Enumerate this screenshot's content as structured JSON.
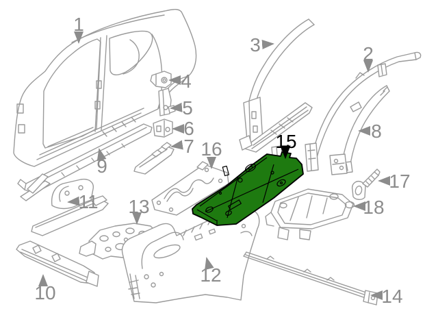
{
  "figure": {
    "type": "vehicle-body-parts-diagram",
    "colors": {
      "background": "#ffffff",
      "line": "#9a9a9a",
      "label": "#8c8c8c"
    },
    "highlight": {
      "fill": "#1e7a10",
      "stroke": "#000000",
      "label_color": "#000000",
      "callout": "15"
    },
    "callouts": [
      {
        "label": "1"
      },
      {
        "label": "2"
      },
      {
        "label": "3"
      },
      {
        "label": "4"
      },
      {
        "label": "5"
      },
      {
        "label": "6"
      },
      {
        "label": "7"
      },
      {
        "label": "8"
      },
      {
        "label": "9"
      },
      {
        "label": "10"
      },
      {
        "label": "11"
      },
      {
        "label": "12"
      },
      {
        "label": "13"
      },
      {
        "label": "14"
      },
      {
        "label": "15"
      },
      {
        "label": "16"
      },
      {
        "label": "17"
      },
      {
        "label": "18"
      }
    ]
  }
}
